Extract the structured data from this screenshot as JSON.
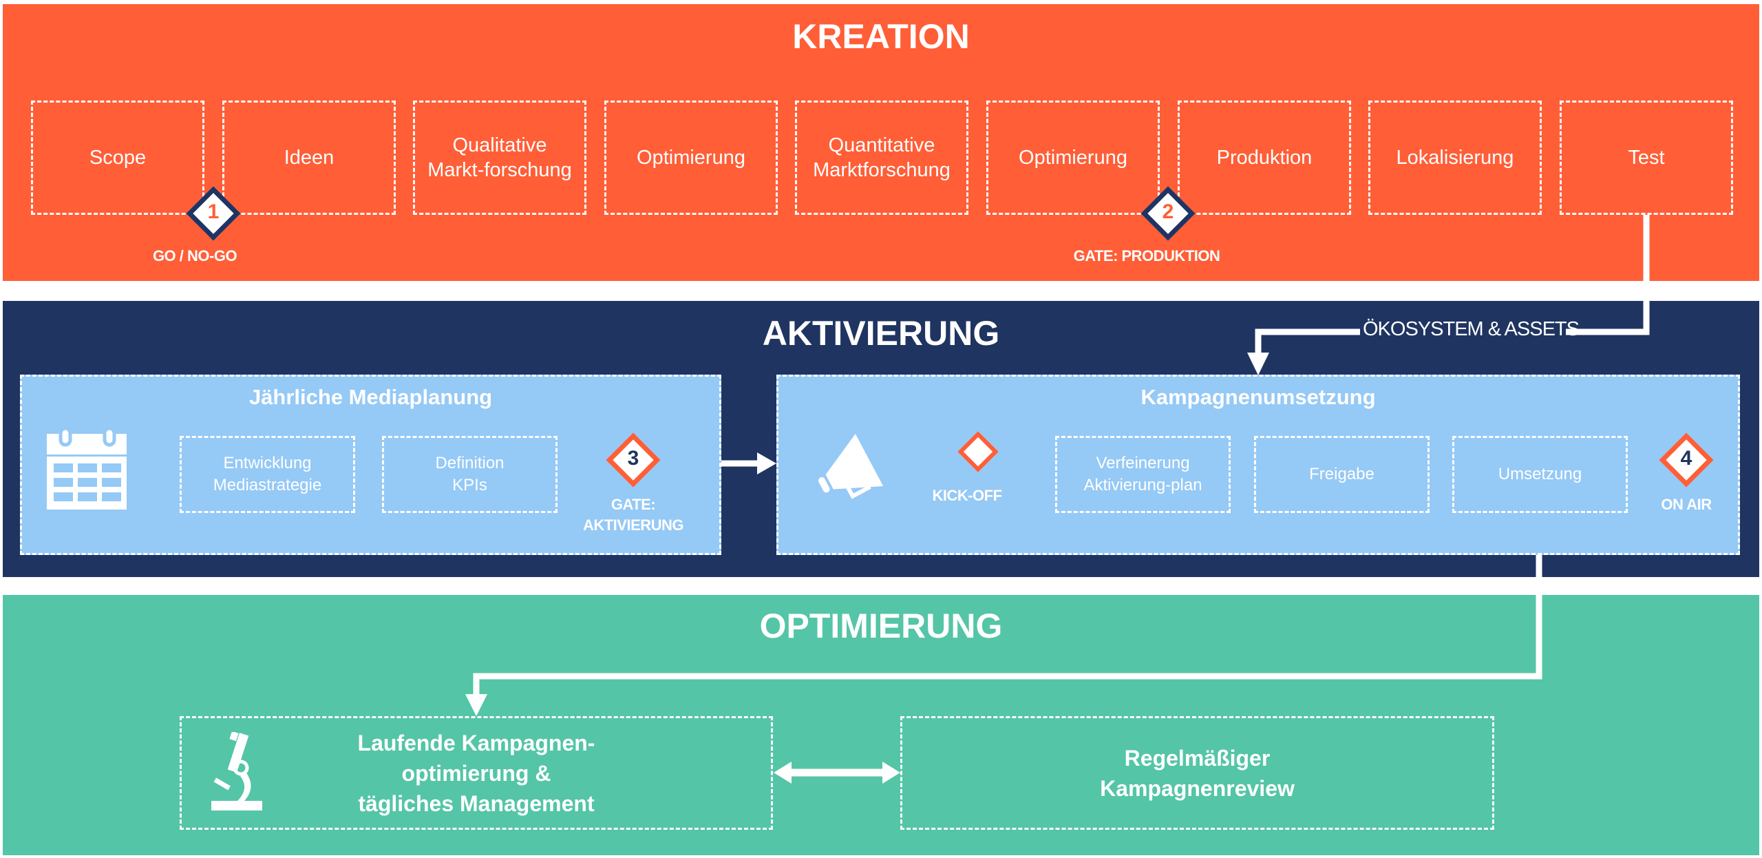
{
  "kreation": {
    "title": "KREATION",
    "steps": [
      {
        "label": "Scope"
      },
      {
        "label": "Ideen"
      },
      {
        "label": "Qualitative\nMarkt-forschung"
      },
      {
        "label": "Optimierung"
      },
      {
        "label": "Quantitative\nMarktforschung"
      },
      {
        "label": "Optimierung"
      },
      {
        "label": "Produktion"
      },
      {
        "label": "Lokalisierung"
      },
      {
        "label": "Test"
      }
    ],
    "gates": [
      {
        "number": "1",
        "label": "GO / NO-GO"
      },
      {
        "number": "2",
        "label": "GATE: PRODUKTION"
      }
    ],
    "connector_label": "ÖKOSYSTEM & ASSETS"
  },
  "aktivierung": {
    "title": "AKTIVIERUNG",
    "mediaplanung": {
      "title": "Jährliche Mediaplanung",
      "icon": "calendar-icon",
      "steps": [
        {
          "label": "Entwicklung\nMediastrategie"
        },
        {
          "label": "Definition\nKPIs"
        }
      ],
      "gate": {
        "number": "3",
        "label": "GATE:\nAKTIVIERUNG"
      }
    },
    "kampagnenumsetzung": {
      "title": "Kampagnenumsetzung",
      "icon": "megaphone-icon",
      "kickoff": {
        "label": "KICK-OFF"
      },
      "steps": [
        {
          "label": "Verfeinerung\nAktivierung-plan"
        },
        {
          "label": "Freigabe"
        },
        {
          "label": "Umsetzung"
        }
      ],
      "gate": {
        "number": "4",
        "label": "ON AIR"
      }
    }
  },
  "optimierung": {
    "title": "OPTIMIERUNG",
    "boxes": [
      {
        "label": "Laufende Kampagnen-\noptimierung &\ntägliches Management",
        "icon": "microscope-icon"
      },
      {
        "label": "Regelmäßiger\nKampagnenreview"
      }
    ]
  },
  "colors": {
    "kreation": "#FF5E37",
    "aktivierung": "#1F3461",
    "aktivierung_panel": "#95C9F6",
    "optimierung": "#54C5A6",
    "text": "#FFFFFF"
  }
}
